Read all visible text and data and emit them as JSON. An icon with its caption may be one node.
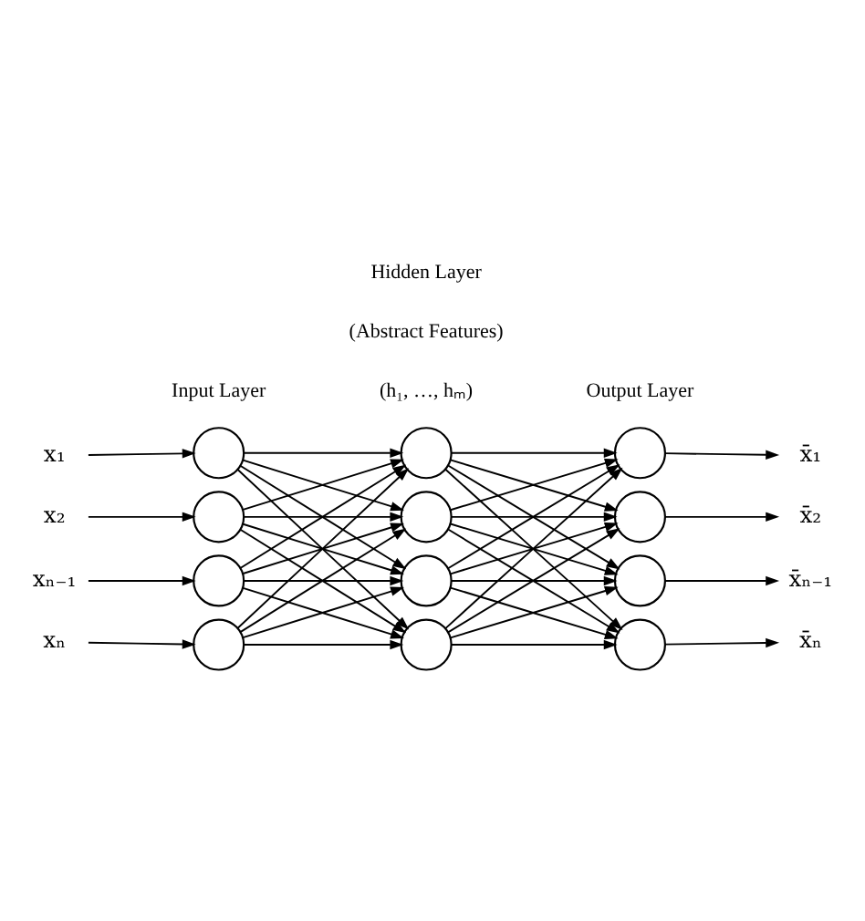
{
  "diagram": {
    "nodes": [
      {
        "text": [
          "x₁"
        ]
      },
      {
        "text": [
          "x₂"
        ]
      },
      {
        "text": [
          "xₙ₋₁"
        ]
      },
      {
        "text": [
          "xₙ"
        ]
      },
      {
        "text": [],
        "shape": "circle"
      },
      {
        "text": [],
        "shape": "circle"
      },
      {
        "text": [],
        "shape": "circle"
      },
      {
        "text": [],
        "shape": "circle"
      },
      {
        "text": [],
        "shape": "circle"
      },
      {
        "text": [],
        "shape": "circle"
      },
      {
        "text": [],
        "shape": "circle"
      },
      {
        "text": [],
        "shape": "circle"
      },
      {
        "text": [],
        "shape": "circle"
      },
      {
        "text": [],
        "shape": "circle"
      },
      {
        "text": [],
        "shape": "circle"
      },
      {
        "text": [],
        "shape": "circle"
      },
      {
        "text": [
          "x̄₁"
        ]
      },
      {
        "text": [
          "x̄₂"
        ]
      },
      {
        "text": [
          "x̄ₙ₋₁"
        ]
      },
      {
        "text": [
          "x̄ₙ"
        ]
      }
    ],
    "edges": [
      {
        "from": 0,
        "to": 4,
        "arrow": "to"
      },
      {
        "from": 1,
        "to": 5,
        "arrow": "to"
      },
      {
        "from": 2,
        "to": 6,
        "arrow": "to"
      },
      {
        "from": 3,
        "to": 7,
        "arrow": "to"
      },
      {
        "from": 4,
        "to": 8,
        "arrow": "to"
      },
      {
        "from": 4,
        "to": 9,
        "arrow": "to"
      },
      {
        "from": 4,
        "to": 10,
        "arrow": "to"
      },
      {
        "from": 4,
        "to": 11,
        "arrow": "to"
      },
      {
        "from": 5,
        "to": 8,
        "arrow": "to"
      },
      {
        "from": 5,
        "to": 9,
        "arrow": "to"
      },
      {
        "from": 5,
        "to": 10,
        "arrow": "to"
      },
      {
        "from": 5,
        "to": 11,
        "arrow": "to"
      },
      {
        "from": 6,
        "to": 8,
        "arrow": "to"
      },
      {
        "from": 6,
        "to": 9,
        "arrow": "to"
      },
      {
        "from": 6,
        "to": 10,
        "arrow": "to"
      },
      {
        "from": 6,
        "to": 11,
        "arrow": "to"
      },
      {
        "from": 7,
        "to": 8,
        "arrow": "to"
      },
      {
        "from": 7,
        "to": 9,
        "arrow": "to"
      },
      {
        "from": 7,
        "to": 10,
        "arrow": "to"
      },
      {
        "from": 7,
        "to": 11,
        "arrow": "to"
      },
      {
        "from": 8,
        "to": 12,
        "arrow": "to"
      },
      {
        "from": 8,
        "to": 13,
        "arrow": "to"
      },
      {
        "from": 8,
        "to": 14,
        "arrow": "to"
      },
      {
        "from": 8,
        "to": 15,
        "arrow": "to"
      },
      {
        "from": 9,
        "to": 12,
        "arrow": "to"
      },
      {
        "from": 9,
        "to": 13,
        "arrow": "to"
      },
      {
        "from": 9,
        "to": 14,
        "arrow": "to"
      },
      {
        "from": 9,
        "to": 15,
        "arrow": "to"
      },
      {
        "from": 10,
        "to": 12,
        "arrow": "to"
      },
      {
        "from": 10,
        "to": 13,
        "arrow": "to"
      },
      {
        "from": 10,
        "to": 14,
        "arrow": "to"
      },
      {
        "from": 10,
        "to": 15,
        "arrow": "to"
      },
      {
        "from": 11,
        "to": 12,
        "arrow": "to"
      },
      {
        "from": 11,
        "to": 13,
        "arrow": "to"
      },
      {
        "from": 11,
        "to": 14,
        "arrow": "to"
      },
      {
        "from": 11,
        "to": 15,
        "arrow": "to"
      },
      {
        "from": 12,
        "to": 16,
        "arrow": "to"
      },
      {
        "from": 13,
        "to": 17,
        "arrow": "to"
      },
      {
        "from": 14,
        "to": 18,
        "arrow": "to"
      },
      {
        "from": 15,
        "to": 19,
        "arrow": "to"
      }
    ],
    "labels": [
      "Input Layer",
      "Hidden Layer",
      "(Abstract Features)",
      "(h₁, …, hₘ)",
      "Output Layer"
    ]
  }
}
